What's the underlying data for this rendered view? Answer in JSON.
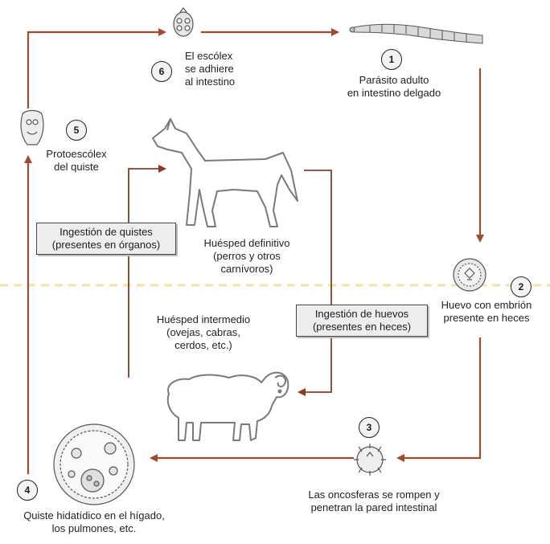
{
  "colors": {
    "arrow": "#a34a2e",
    "inner_arrow": "#8c3c25",
    "divider": "#f0e6a0",
    "line_art": "#7a7a7a"
  },
  "steps": [
    {
      "number": "1",
      "label": "Parásito adulto\nen intestino delgado",
      "icon": "adult-tapeworm-icon"
    },
    {
      "number": "2",
      "label": "Huevo con embrión\npresente en heces",
      "icon": "egg-icon"
    },
    {
      "number": "3",
      "label": "Las oncosferas se rompen y\npenetran la pared intestinal",
      "icon": "oncosphere-icon"
    },
    {
      "number": "4",
      "label": "Quiste hidatídico en el hígado,\nlos pulmones, etc.",
      "icon": "hydatid-cyst-icon"
    },
    {
      "number": "5",
      "label": "Protoescólex\ndel quiste",
      "icon": "protoscolex-icon"
    },
    {
      "number": "6",
      "label": "El escólex\nse adhiere\nal intestino",
      "icon": "scolex-icon"
    }
  ],
  "hosts": {
    "definitive": {
      "label": "Huésped definitivo\n(perros y otros\ncarnívoros)",
      "icon": "dog-icon"
    },
    "intermediate": {
      "label": "Huésped intermedio\n(ovejas, cabras,\ncerdos, etc.)",
      "icon": "sheep-icon"
    }
  },
  "boxes": {
    "cysts": "Ingestión de quistes\n(presentes en órganos)",
    "eggs": "Ingestión de huevos\n(presentes en heces)"
  }
}
